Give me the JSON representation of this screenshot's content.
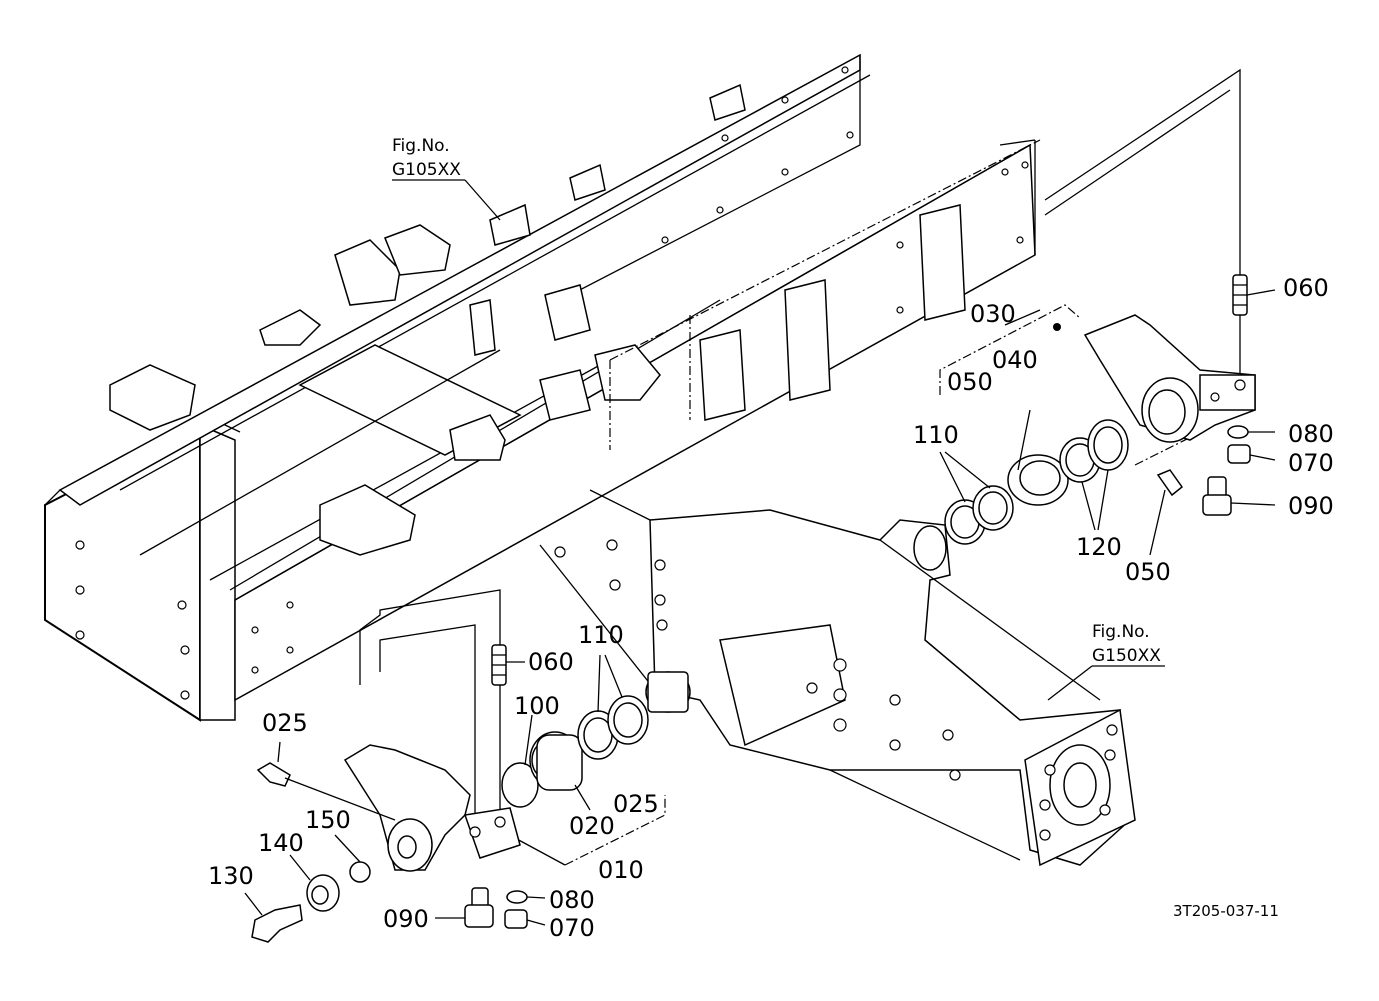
{
  "figure_refs": {
    "frame": {
      "line1": "Fig.No.",
      "line2": "G105XX"
    },
    "axle": {
      "line1": "Fig.No.",
      "line2": "G150XX"
    }
  },
  "part_labels": {
    "p060_top": "060",
    "p030": "030",
    "p040": "040",
    "p050_top": "050",
    "p110_top": "110",
    "p080_right": "080",
    "p070_right": "070",
    "p090_right": "090",
    "p120": "120",
    "p050_right": "050",
    "p060_left": "060",
    "p110_left": "110",
    "p100": "100",
    "p025_left": "025",
    "p025_mid": "025",
    "p020": "020",
    "p150": "150",
    "p140": "140",
    "p130": "130",
    "p010": "010",
    "p090_bottom": "090",
    "p080_bottom": "080",
    "p070_bottom": "070"
  },
  "drawing_code": "3T205-037-11"
}
